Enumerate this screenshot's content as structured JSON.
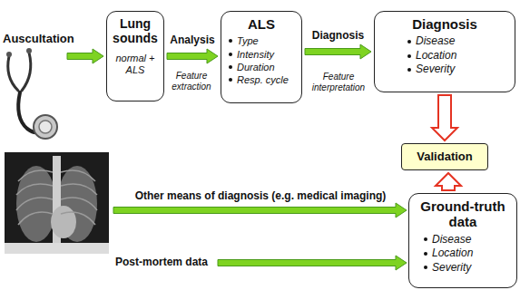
{
  "diagram": {
    "nodes": [
      {
        "text": [
          "Lung sounds",
          "normal + ALS"
        ]
      },
      {
        "text": [
          "ALS",
          "Type",
          "Intensity",
          "Duration",
          "Resp. cycle"
        ]
      },
      {
        "text": [
          "Diagnosis",
          "Disease",
          "Location",
          "Severity"
        ]
      },
      {
        "text": [
          "Validation"
        ]
      },
      {
        "text": [
          "Ground-truth data",
          "Disease",
          "Location",
          "Severity"
        ]
      }
    ],
    "edges": [
      {
        "from": 0,
        "to": 1,
        "label": "Analysis",
        "arrow": "to"
      },
      {
        "from": 1,
        "to": 2,
        "label": "Diagnosis",
        "arrow": "to"
      },
      {
        "from": 2,
        "to": 3,
        "arrow": "to"
      },
      {
        "from": 4,
        "to": 3,
        "arrow": "to"
      }
    ],
    "labels": [
      "Auscultation",
      "Feature extraction",
      "Feature interpretation",
      "Other means of diagnosis (e.g. medical imaging)",
      "Post-mortem data"
    ]
  }
}
